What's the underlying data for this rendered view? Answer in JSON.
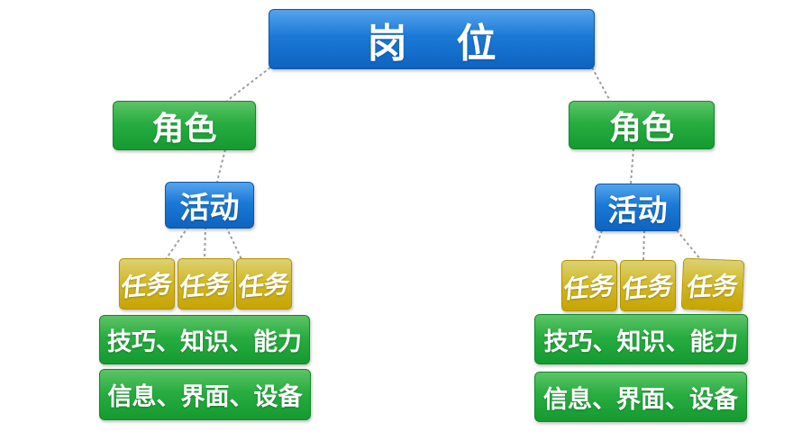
{
  "diagram": {
    "root": {
      "label": "岗位"
    },
    "branches": [
      {
        "role": "角色",
        "activity": "活动",
        "tasks": [
          "任务",
          "任务",
          "任务"
        ],
        "skills": "技巧、知识、能力",
        "resources": "信息、界面、设备"
      },
      {
        "role": "角色",
        "activity": "活动",
        "tasks": [
          "任务",
          "任务",
          "任务"
        ],
        "skills": "技巧、知识、能力",
        "resources": "信息、界面、设备"
      }
    ],
    "colors": {
      "node_blue": "#1b79d6",
      "node_green": "#1fa33a",
      "node_gold": "#ccad0a",
      "connector": "#999999",
      "background": "#ffffff",
      "text": "#ffffff"
    }
  }
}
